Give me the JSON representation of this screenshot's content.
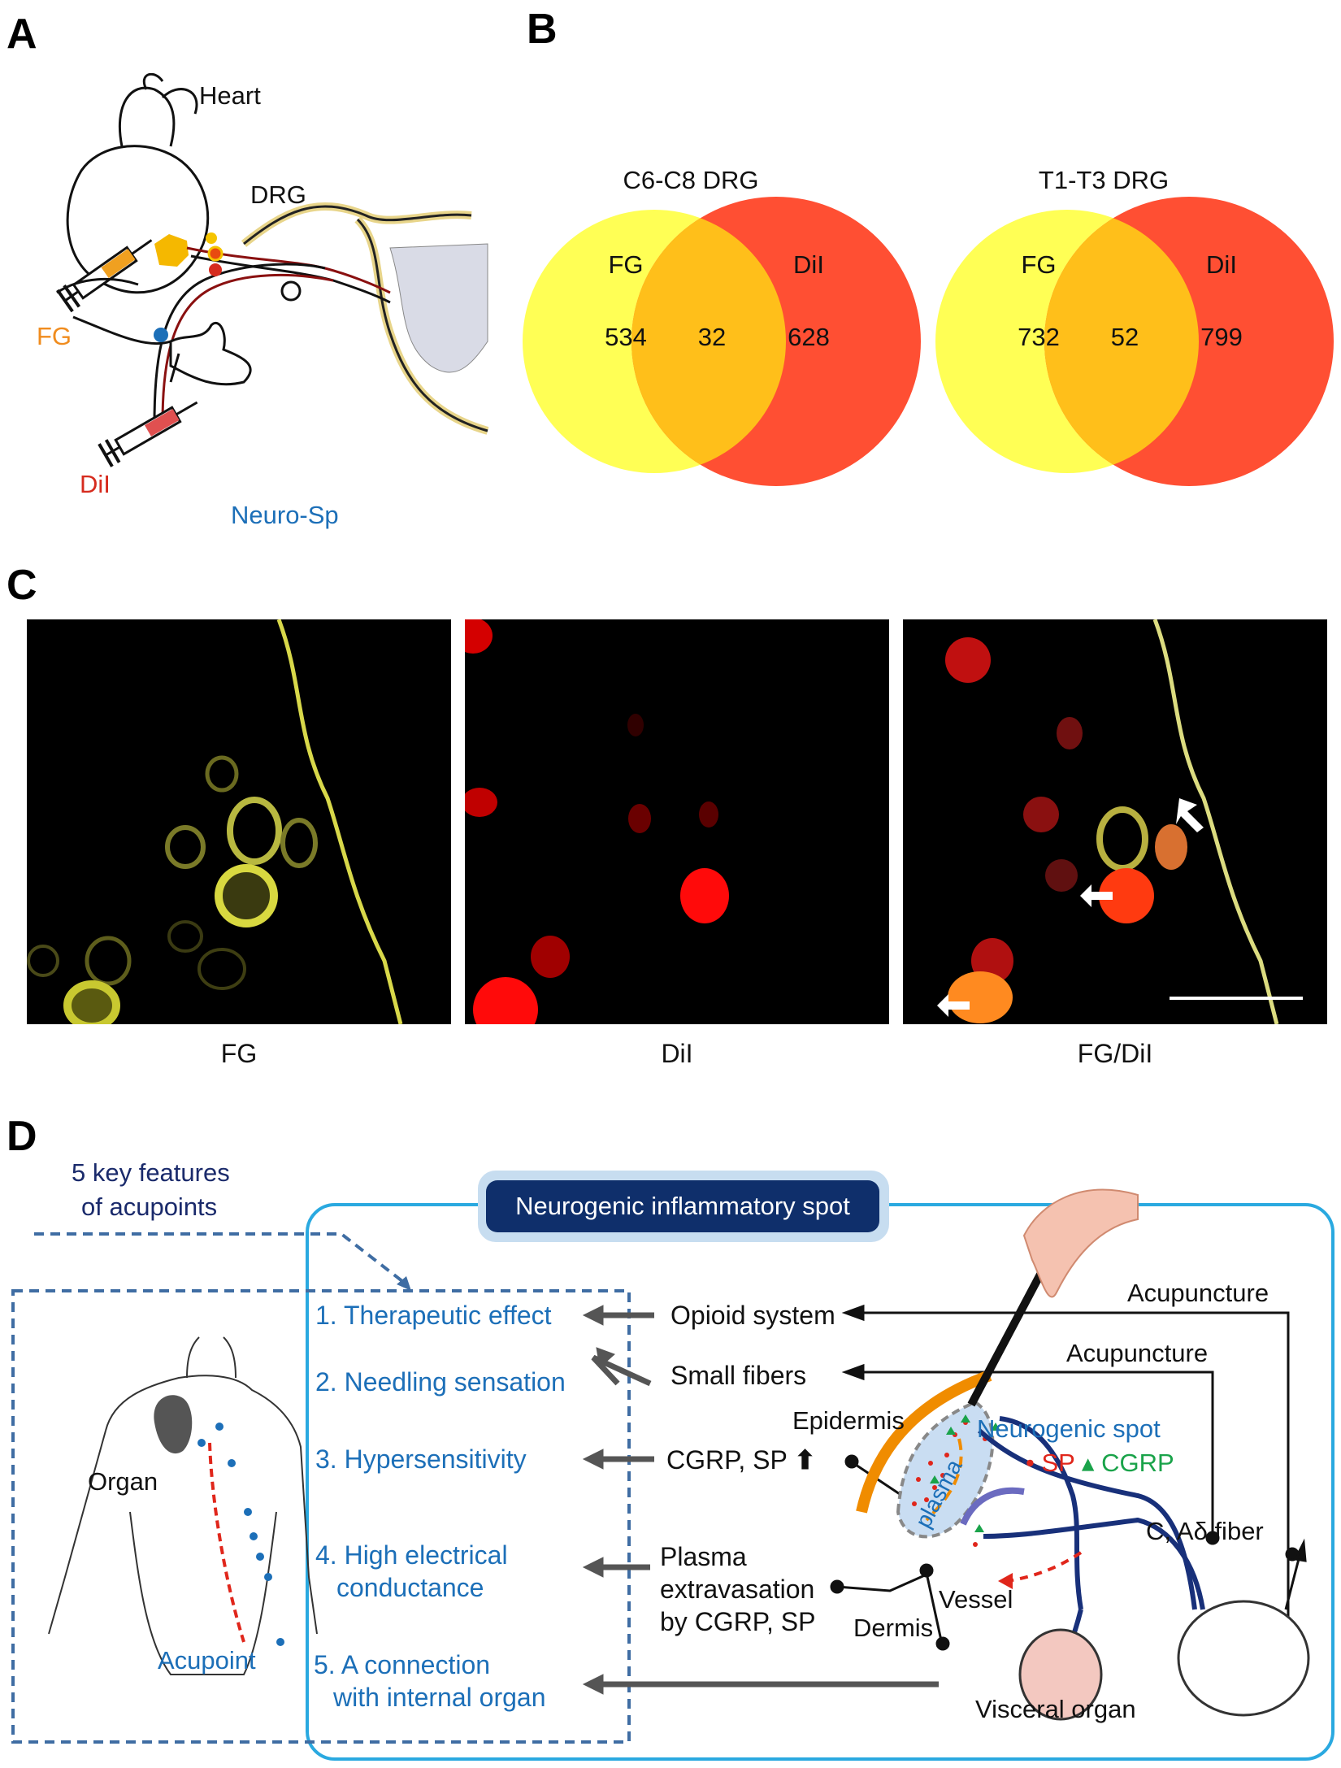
{
  "panels": {
    "a": "A",
    "b": "B",
    "c": "C",
    "d": "D"
  },
  "panel_a": {
    "heart": "Heart",
    "drg": "DRG",
    "fg": "FG",
    "dil": "DiI",
    "neuro_sp": "Neuro-Sp",
    "colors": {
      "fg": "#f08c1e",
      "dil": "#d62b1e",
      "neuro": "#1c6fb8"
    }
  },
  "chart_data": [
    {
      "type": "venn",
      "title": "C6-C8 DRG",
      "sets": [
        "FG",
        "DiI"
      ],
      "only_fg": 534,
      "overlap": 32,
      "only_dil": 628,
      "colors": {
        "FG": "#ffff55",
        "DiI": "#ff4f33",
        "overlap": "#ffbf1a"
      }
    },
    {
      "type": "venn",
      "title": "T1-T3 DRG",
      "sets": [
        "FG",
        "DiI"
      ],
      "only_fg": 732,
      "overlap": 52,
      "only_dil": 799,
      "colors": {
        "FG": "#ffff55",
        "DiI": "#ff4f33",
        "overlap": "#ffbf1a"
      }
    }
  ],
  "panel_c": {
    "captions": [
      "FG",
      "DiI",
      "FG/DiI"
    ]
  },
  "panel_d": {
    "key_features_line1": "5 key features",
    "key_features_line2": "of acupoints",
    "banner": "Neurogenic inflammatory spot",
    "organ": "Organ",
    "acupoint": "Acupoint",
    "features": [
      "1. Therapeutic effect",
      "2. Needling sensation",
      "3. Hypersensitivity",
      "4. High electrical",
      "conductance",
      "5. A connection",
      "with  internal organ"
    ],
    "mechanisms": {
      "opioid": "Opioid system",
      "small_fibers": "Small fibers",
      "cgrp_sp": "CGRP, SP",
      "plasma_1": "Plasma",
      "plasma_2": "extravasation",
      "plasma_3": "by CGRP, SP"
    },
    "labels": {
      "acupuncture_1": "Acupuncture",
      "acupuncture_2": "Acupuncture",
      "epidermis": "Epidermis",
      "neurogenic_spot": "Neurogenic spot",
      "sp": "SP",
      "cgrp": "CGRP",
      "fiber": "C, Aδ fiber",
      "vessel": "Vessel",
      "dermis": "Dermis",
      "plasma": "plasma",
      "visceral": "Visceral organ"
    },
    "colors": {
      "frame": "#2aa9e0",
      "banner": "#0f2f6b",
      "feature_text": "#1c6fb8",
      "sp": "#e0261b",
      "cgrp": "#1aa34a"
    }
  }
}
